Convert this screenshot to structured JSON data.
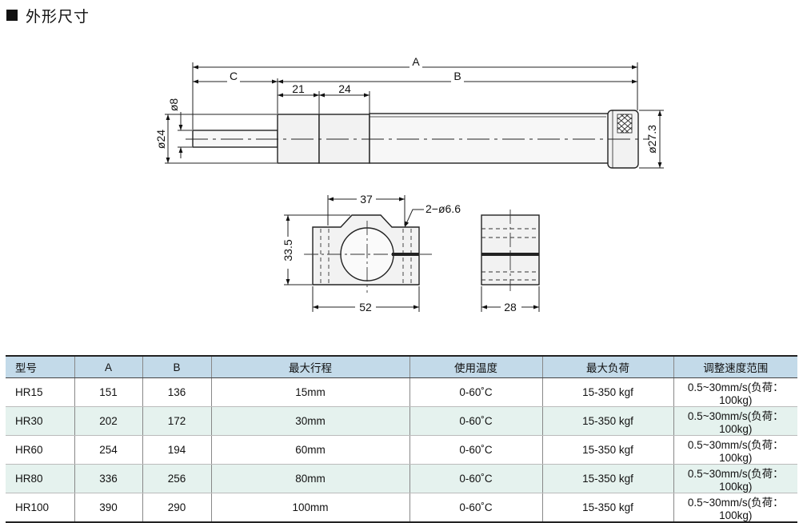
{
  "heading": {
    "title": "外形尺寸"
  },
  "drawing": {
    "dim_a": "A",
    "dim_b": "B",
    "dim_c": "C",
    "dim_21": "21",
    "dim_24": "24",
    "dia_8": "ø8",
    "dia_24": "ø24",
    "dia_27_3": "ø27.3",
    "dim_37": "37",
    "hole_note": "2−ø6.6",
    "dim_33_5": "33.5",
    "dim_52": "52",
    "dim_28": "28"
  },
  "table": {
    "headers": [
      "型号",
      "A",
      "B",
      "最大行程",
      "使用温度",
      "最大负荷",
      "调整速度范围"
    ],
    "rows": [
      [
        "HR15",
        "151",
        "136",
        "15mm",
        "0-60˚C",
        "15-350 kgf",
        "0.5~30mm/s(负荷：100kg)"
      ],
      [
        "HR30",
        "202",
        "172",
        "30mm",
        "0-60˚C",
        "15-350 kgf",
        "0.5~30mm/s(负荷：100kg)"
      ],
      [
        "HR60",
        "254",
        "194",
        "60mm",
        "0-60˚C",
        "15-350 kgf",
        "0.5~30mm/s(负荷：100kg)"
      ],
      [
        "HR80",
        "336",
        "256",
        "80mm",
        "0-60˚C",
        "15-350 kgf",
        "0.5~30mm/s(负荷：100kg)"
      ],
      [
        "HR100",
        "390",
        "290",
        "100mm",
        "0-60˚C",
        "15-350 kgf",
        "0.5~30mm/s(负荷：100kg)"
      ]
    ]
  }
}
